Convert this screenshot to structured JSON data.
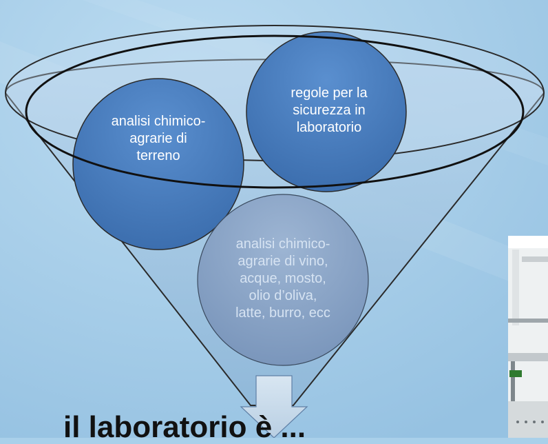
{
  "diagram": {
    "circles": [
      {
        "text": "analisi chimico-agrarie di terreno",
        "lines": [
          "analisi chimico-",
          "agrarie di",
          "terreno"
        ]
      },
      {
        "text": "regole per la sicurezza in laboratorio",
        "lines": [
          "regole per la",
          "sicurezza in",
          "laboratorio"
        ]
      },
      {
        "text": "analisi chimico-agrarie di vino, acque, mosto, olio d’oliva, latte, burro, ecc",
        "lines": [
          "analisi chimico-",
          "agrarie di vino,",
          "acque, mosto,",
          "olio d’oliva,",
          "latte, burro, ecc"
        ]
      }
    ],
    "bottom_caption": "il laboratorio è ..."
  },
  "colors": {
    "background": "#a9d0ea",
    "circle_blue": "#4a7fbf",
    "circle_grey_blue": "#8aa5c7",
    "funnel_fill": "#9fc4e0",
    "outline": "#1a1a1a"
  }
}
